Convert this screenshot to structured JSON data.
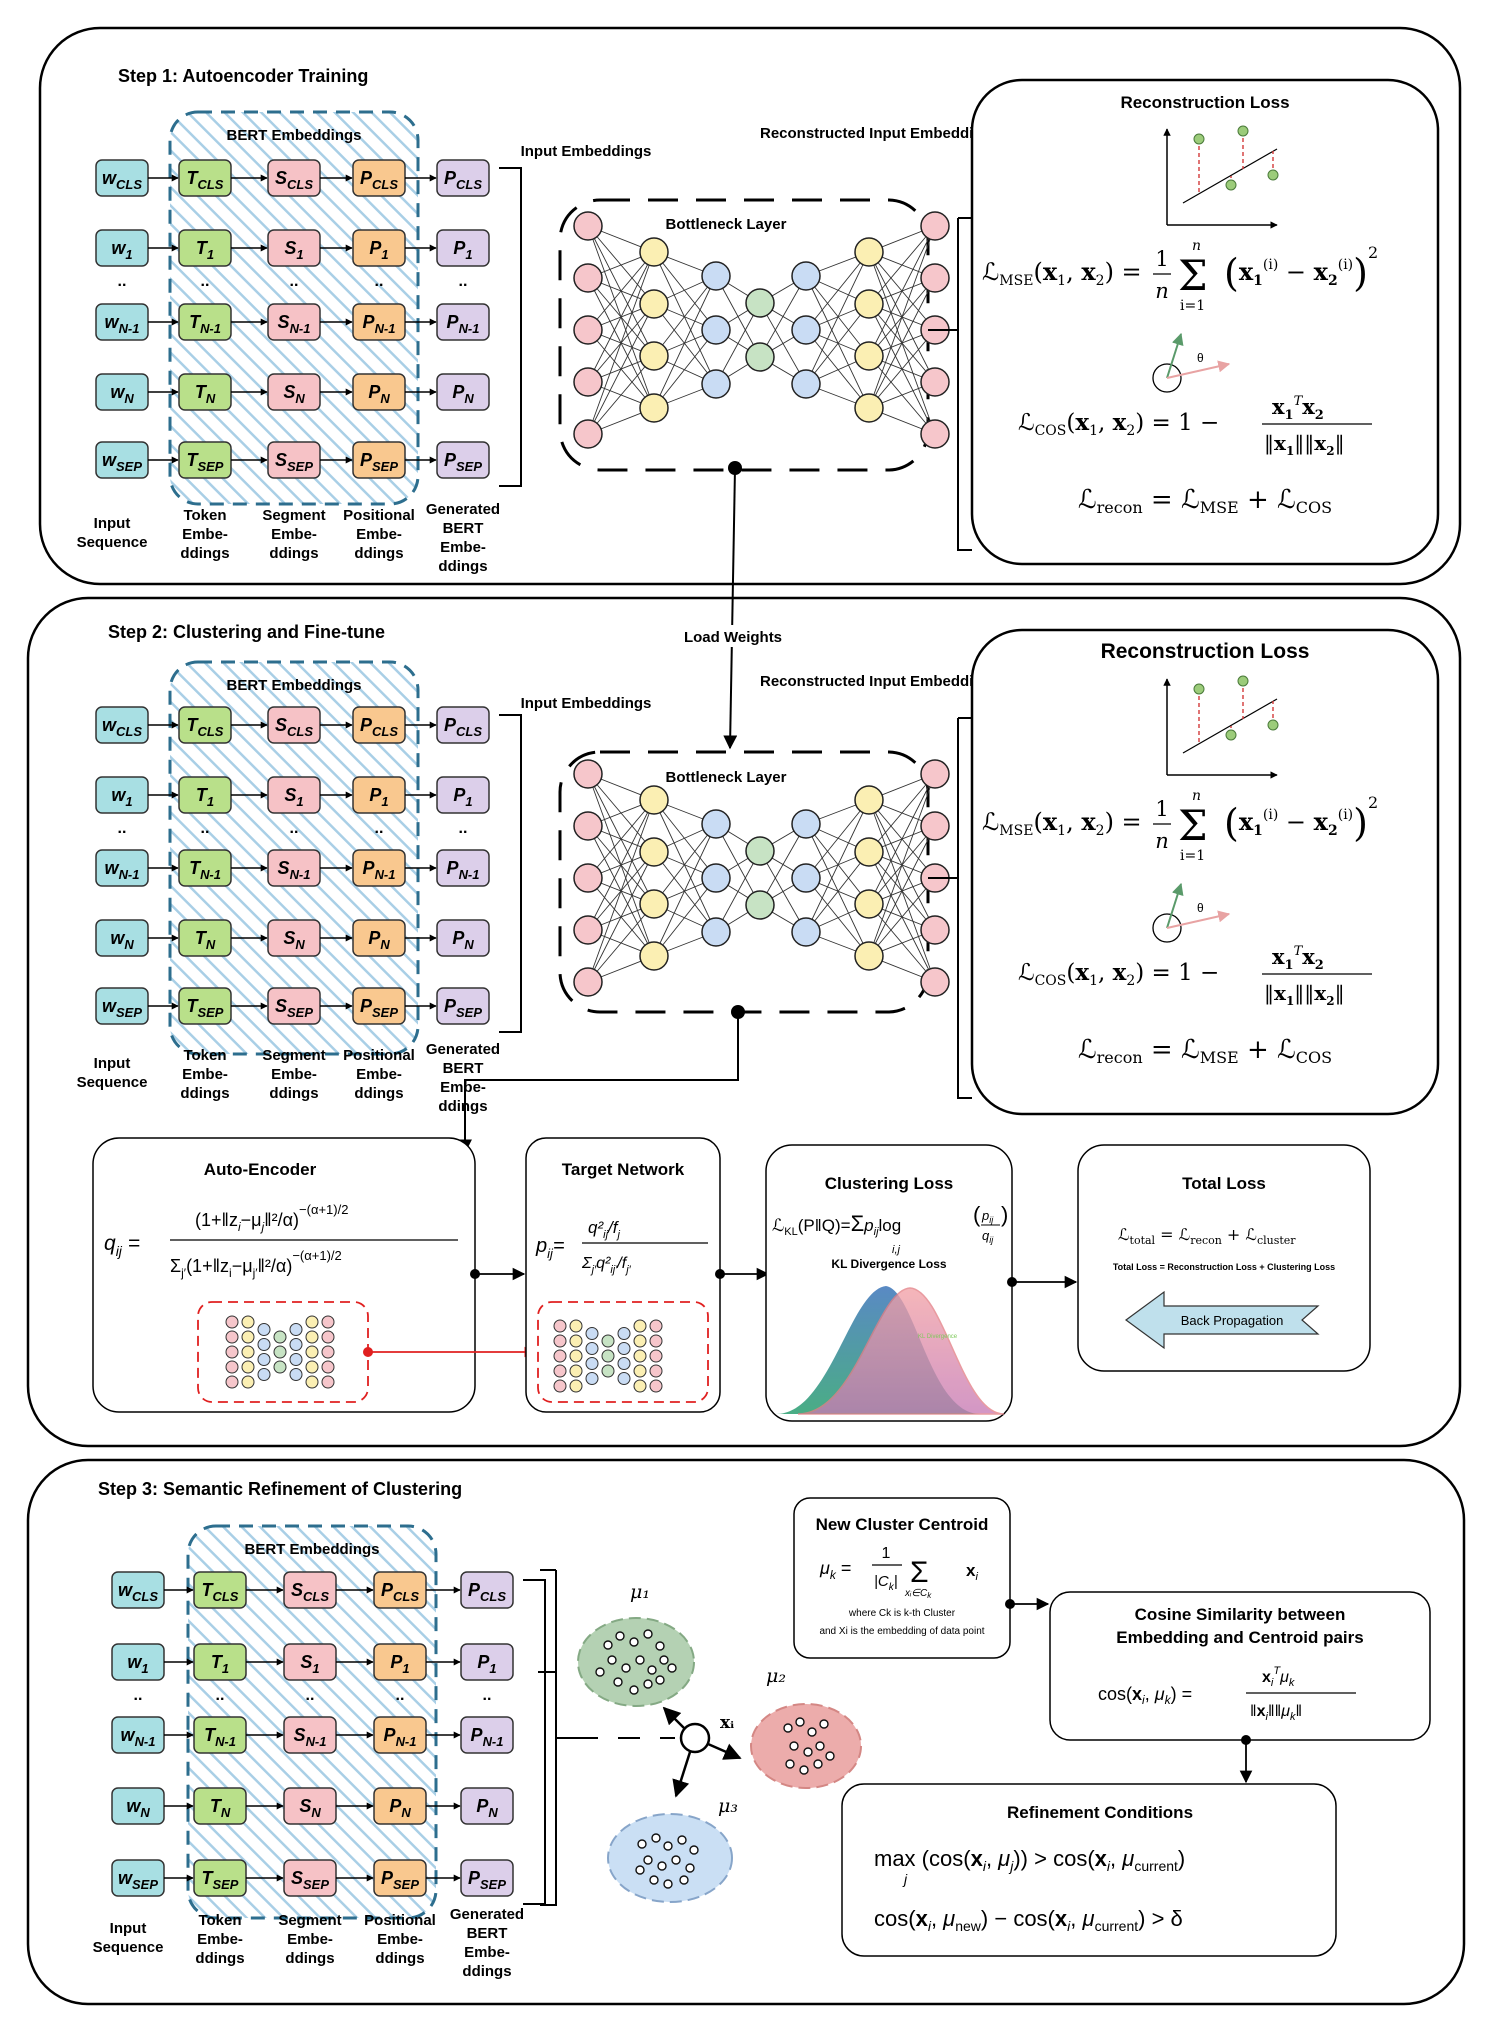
{
  "steps": [
    {
      "title": "Step 1: Autoencoder Training"
    },
    {
      "title": "Step 2: Clustering and Fine-tune"
    },
    {
      "title": "Step 3: Semantic Refinement of Clustering"
    }
  ],
  "bert_embeddings_label": "BERT Embeddings",
  "tokens": {
    "w": [
      "w_CLS",
      "w_1",
      "w_N-1",
      "w_N",
      "w_SEP"
    ],
    "t": [
      "T_CLS",
      "T_1",
      "T_N-1",
      "T_N",
      "T_SEP"
    ],
    "s": [
      "S_CLS",
      "S_1",
      "S_N-1",
      "S_N",
      "S_SEP"
    ],
    "p": [
      "P_CLS",
      "P_1",
      "P_N-1",
      "P_N",
      "P_SEP"
    ],
    "g": [
      "P_CLS",
      "P_1",
      "P_N-1",
      "P_N",
      "P_SEP"
    ],
    "ellipsis": ".."
  },
  "column_labels": {
    "input": "Input Sequence",
    "token": "Token Embe- ddings",
    "segment": "Segment Embe- ddings",
    "positional": "Positional Embe- ddings",
    "generated": "Generated BERT Embe- ddings"
  },
  "autoencoder_labels": {
    "input": "Input Embeddings",
    "bottleneck": "Bottleneck Layer",
    "reconstructed": "Reconstructed Input Embeddings"
  },
  "loss_box": {
    "title": "Reconstruction Loss",
    "mse": "ℒMSE(x₁, x₂) = (1/n) Σᵢ₌₁ⁿ (x₁⁽ⁱ⁾ − x₂⁽ⁱ⁾)²",
    "theta": "θ",
    "cos": "ℒCOS(x₁, x₂) = 1 − x₁ᵀx₂ / (‖x₁‖‖x₂‖)",
    "recon": "ℒrecon = ℒMSE + ℒCOS"
  },
  "load_weights": "Load Weights",
  "step2_boxes": {
    "autoencoder": {
      "title": "Auto-Encoder",
      "formula": "qij = (1+‖zi−μj‖²/α)^(−(α+1)/2) / Σj′(1+‖zi−μj′‖²/α)^(−(α+1)/2)"
    },
    "target": {
      "title": "Target Network",
      "formula": "pij = (q²ij/fj) / Σj′ q²ij′/fj′"
    },
    "clustering": {
      "title": "Clustering Loss",
      "formula": "ℒKL(P‖Q) = Σi,j pij log(pij/qij)",
      "chart_title": "KL Divergence Loss",
      "chart_legend": "KL Divergence"
    },
    "total": {
      "title": "Total Loss",
      "formula": "ℒtotal = ℒrecon + ℒcluster",
      "caption": "Total Loss = Reconstruction Loss + Clustering Loss",
      "arrow_label": "Back Propagation"
    }
  },
  "step3": {
    "mu1": "μ₁",
    "mu2": "μ₂",
    "mu3": "μ₃",
    "xi": "xᵢ",
    "centroid": {
      "title": "New Cluster Centroid",
      "formula": "μk = (1/|Ck|) Σ xi∈Ck xi",
      "note1": "where Ck is k-th Cluster",
      "note2": "and Xi is the embedding of data point"
    },
    "cosine": {
      "title1": "Cosine Similarity between",
      "title2": "Embedding and Centroid pairs",
      "formula": "cos(xi, μk) = xiᵀμk / (‖xi‖‖μk‖)"
    },
    "refine": {
      "title": "Refinement Conditions",
      "cond1": "max (cos(xi, μj)) > cos(xi, μcurrent)",
      "cond2": "cos(xi, μnew) − cos(xi, μcurrent) > δ"
    }
  },
  "colors": {
    "w": "#a8dfe3",
    "t": "#b9e08a",
    "s": "#f6c2c6",
    "p": "#f9c88f",
    "g": "#dccfea",
    "dash_blue": "#2d6e8e",
    "hatch": "#a9cfe6",
    "node_pink": "#f6c6cb",
    "node_yellow": "#fbefb3",
    "node_blue": "#c9dcf4",
    "node_green": "#c7e3c4",
    "arrow_red": "#e02020",
    "green_pt": "#9ccc7a",
    "dash_red": "#d33a3a",
    "cluster_green": "#9bc29a",
    "cluster_red": "#e6918f",
    "cluster_blue": "#c5dcf3",
    "back_prop": "#bfe0ec"
  }
}
